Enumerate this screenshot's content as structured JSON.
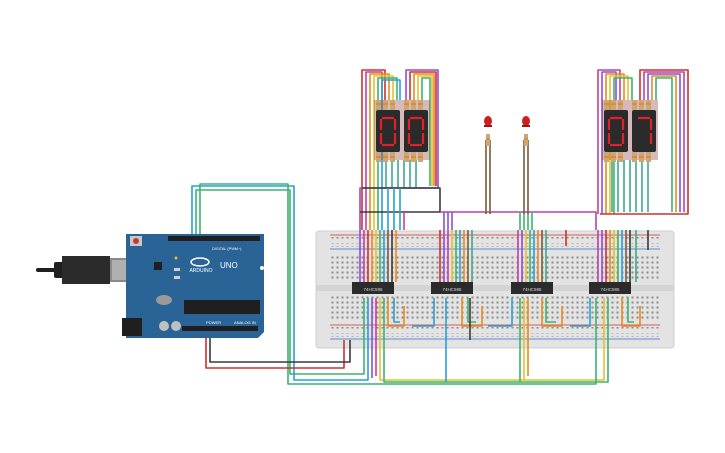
{
  "arduino": {
    "brand": "UNO",
    "logo_text": "ARDUINO",
    "digital_label": "DIGITAL (PWM~)",
    "power_label": "POWER",
    "analog_label": "ANALOG IN",
    "board_color": "#2a6496"
  },
  "chips": [
    {
      "label": "74HC595"
    },
    {
      "label": "74HC595"
    },
    {
      "label": "74HC595"
    },
    {
      "label": "74HC595"
    }
  ],
  "displays": {
    "segment_color": "#e0202a",
    "body_color": "#2b2b2b",
    "left_pair_icon": "seven-segment-digits-00",
    "right_pair_icon": "seven-segment-digits-01"
  },
  "leds": {
    "color": "#cc1f1f",
    "count": 2
  },
  "wire_colors": [
    "#d0302c",
    "#e88a1d",
    "#e6c229",
    "#3cb371",
    "#2a9fd6",
    "#8a4fd8",
    "#c13fa5",
    "#7a5a3a",
    "#3a3a3a",
    "#3fa98a"
  ],
  "breadboard": {
    "color": "#e3e3e3"
  }
}
